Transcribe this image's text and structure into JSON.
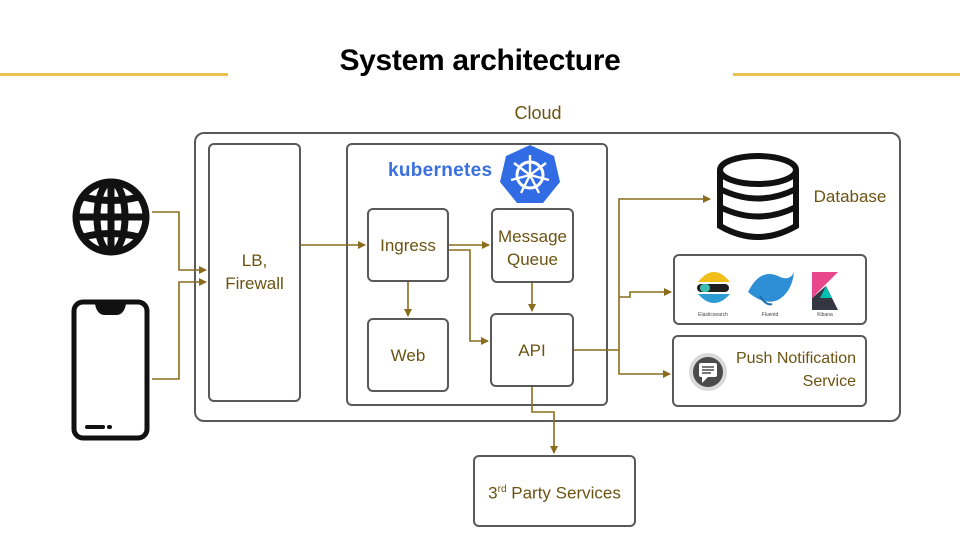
{
  "title": "System architecture",
  "cloud_label": "Cloud",
  "kubernetes_label": "kubernetes",
  "nodes": {
    "lb": "LB,\nFirewall",
    "ingress": "Ingress",
    "message_queue": "Message\nQueue",
    "web": "Web",
    "api": "API",
    "database": "Database",
    "push": "Push Notification\nService",
    "third_party_prefix": "3",
    "third_party_sup": "rd",
    "third_party_rest": " Party Services"
  },
  "elk": {
    "elasticsearch": "Elasticsearch",
    "fluentd": "Fluentd",
    "kibana": "Kibana"
  },
  "colors": {
    "accent_rule": "#e9c34e",
    "connector": "#8a6d1c",
    "label_text": "#6b5312",
    "box_border": "#595959",
    "kubernetes": "#326ce5"
  },
  "icons": [
    "globe-icon",
    "smartphone-icon",
    "kubernetes-icon",
    "database-icon",
    "elasticsearch-icon",
    "fluentd-icon",
    "kibana-icon",
    "chat-icon"
  ]
}
